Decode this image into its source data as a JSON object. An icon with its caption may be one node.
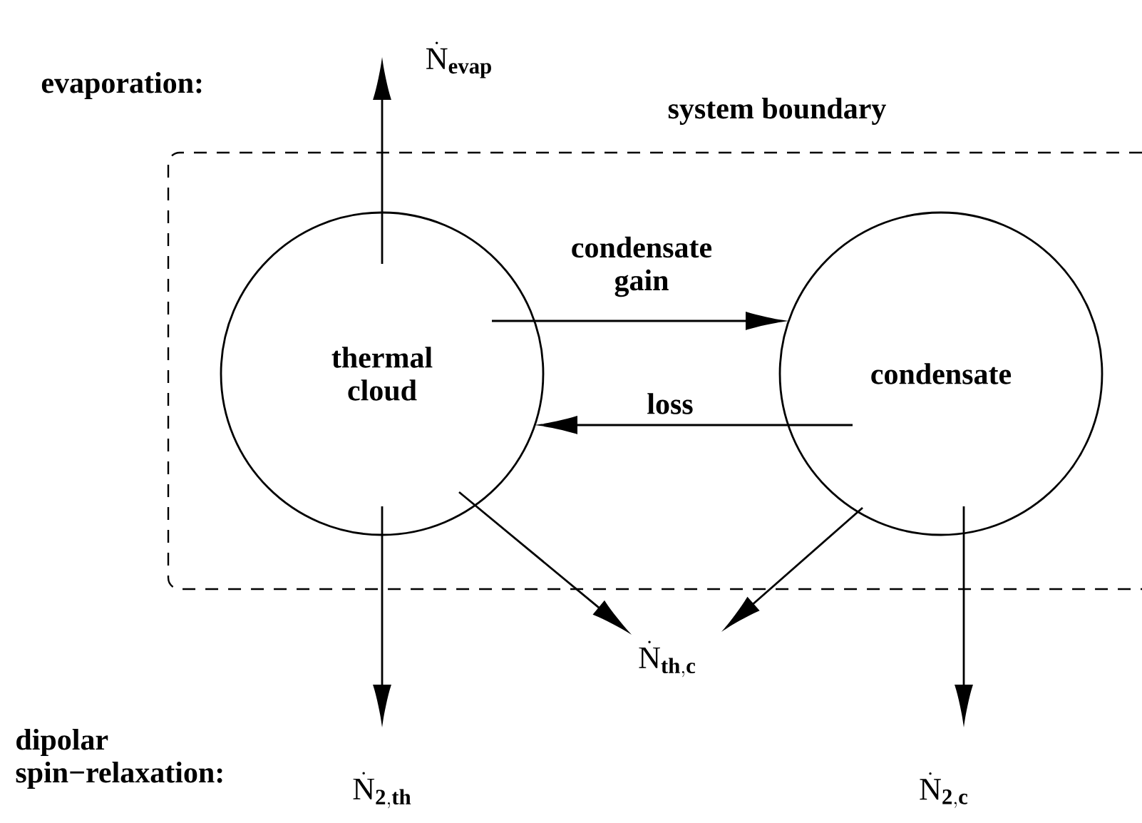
{
  "diagram": {
    "nodes": [
      {
        "text": [
          "system boundary"
        ]
      },
      {
        "text": [
          "thermal cloud"
        ],
        "in": 0
      },
      {
        "text": [
          "condensate"
        ],
        "in": 0
      },
      {
        "text": [
          "\\dot{\\mathrm{N}}_{\\mathbf{evap}}"
        ]
      },
      {
        "text": [
          "\\dot{\\mathrm{N}}_{\\mathbf{th,c}}"
        ]
      },
      {
        "text": [
          "\\dot{\\mathrm{N}}_{\\mathbf{2,th}}"
        ]
      },
      {
        "text": [
          "\\dot{\\mathrm{N}}_{\\mathbf{2,c}}"
        ]
      }
    ],
    "edges": [
      {
        "from": 1,
        "to": 3,
        "arrow": "to"
      },
      {
        "from": 1,
        "to": 2,
        "arrow": "to",
        "label": "condensate gain"
      },
      {
        "from": 2,
        "to": 1,
        "arrow": "to",
        "label": "loss"
      },
      {
        "from": 1,
        "to": 4,
        "arrow": "to"
      },
      {
        "from": 2,
        "to": 4,
        "arrow": "to"
      },
      {
        "from": 1,
        "to": 5,
        "arrow": "to"
      },
      {
        "from": 2,
        "to": 6,
        "arrow": "to"
      }
    ],
    "labels": [
      "evaporation:",
      "dipolar spin−relaxation:"
    ]
  }
}
